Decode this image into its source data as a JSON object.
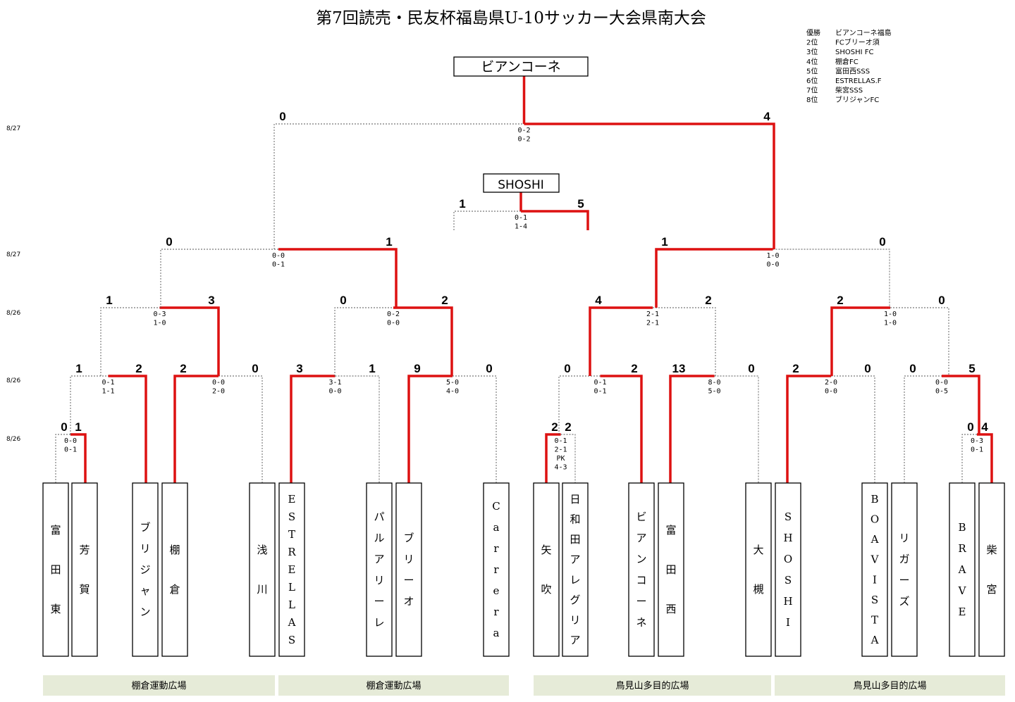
{
  "title": "第7回読売・民友杯福島県U-10サッカー大会県南大会",
  "rankings": [
    {
      "place": "優勝",
      "team": "ビアンコーネ福島"
    },
    {
      "place": "2位",
      "team": "FCブリーオ須"
    },
    {
      "place": "3位",
      "team": "SHOSHI FC"
    },
    {
      "place": "4位",
      "team": "棚倉FC"
    },
    {
      "place": "5位",
      "team": "富田西SSS"
    },
    {
      "place": "6位",
      "team": "ESTRELLAS.F"
    },
    {
      "place": "7位",
      "team": "柴宮SSS"
    },
    {
      "place": "8位",
      "team": "ブリジャンFC"
    }
  ],
  "champion_label": "ビアンコーネ",
  "third_label": "SHOSHI",
  "dates": [
    "8/27",
    "8/27",
    "8/26",
    "8/26",
    "8/26"
  ],
  "teams": [
    "富田東",
    "芳賀",
    "ブリジャン",
    "棚倉",
    "浅川",
    "ESTRELLAS",
    "パルアリーレ",
    "ブリーオ",
    "Carrera",
    "矢吹",
    "日和田アレグリア",
    "ビアンコーネ",
    "富田西",
    "大槻",
    "SHOSHI",
    "BOAVISTA",
    "リガーズ",
    "BRAVE",
    "柴宮"
  ],
  "venues": [
    "棚倉運動広場",
    "棚倉運動広場",
    "鳥見山多目的広場",
    "鳥見山多目的広場"
  ],
  "colors": {
    "win_line": "#dd1111",
    "lose_line": "#555555",
    "venue_bg": "#e6ebd8"
  },
  "matches": [
    {
      "id": "pre_l",
      "scoreL": "0",
      "scoreR": "1",
      "halves": [
        "0-0",
        "0-1"
      ]
    },
    {
      "id": "pre_r",
      "scoreL": "2",
      "scoreR": "2",
      "halves": [
        "0-1",
        "2-1",
        "PK",
        "4-3"
      ]
    },
    {
      "id": "pre_rr",
      "scoreL": "0",
      "scoreR": "4",
      "halves": [
        "0-3",
        "0-1"
      ]
    },
    {
      "id": "r1_1",
      "scoreL": "1",
      "scoreR": "2",
      "halves": [
        "0-1",
        "1-1"
      ]
    },
    {
      "id": "r1_2",
      "scoreL": "2",
      "scoreR": "0",
      "halves": [
        "0-0",
        "2-0"
      ]
    },
    {
      "id": "r1_3",
      "scoreL": "3",
      "scoreR": "1",
      "halves": [
        "3-1",
        "0-0"
      ]
    },
    {
      "id": "r1_4",
      "scoreL": "9",
      "scoreR": "0",
      "halves": [
        "5-0",
        "4-0"
      ]
    },
    {
      "id": "r1_5",
      "scoreL": "0",
      "scoreR": "2",
      "halves": [
        "0-1",
        "0-1"
      ]
    },
    {
      "id": "r1_6",
      "scoreL": "13",
      "scoreR": "0",
      "halves": [
        "8-0",
        "5-0"
      ]
    },
    {
      "id": "r1_7",
      "scoreL": "2",
      "scoreR": "0",
      "halves": [
        "2-0",
        "0-0"
      ]
    },
    {
      "id": "r1_8",
      "scoreL": "0",
      "scoreR": "5",
      "halves": [
        "0-0",
        "0-5"
      ]
    },
    {
      "id": "qf_1",
      "scoreL": "1",
      "scoreR": "3",
      "halves": [
        "0-3",
        "1-0"
      ]
    },
    {
      "id": "qf_2",
      "scoreL": "0",
      "scoreR": "2",
      "halves": [
        "0-2",
        "0-0"
      ]
    },
    {
      "id": "qf_3",
      "scoreL": "4",
      "scoreR": "2",
      "halves": [
        "2-1",
        "2-1"
      ]
    },
    {
      "id": "qf_4",
      "scoreL": "2",
      "scoreR": "0",
      "halves": [
        "1-0",
        "1-0"
      ]
    },
    {
      "id": "sf_1",
      "scoreL": "0",
      "scoreR": "1",
      "halves": [
        "0-0",
        "0-1"
      ]
    },
    {
      "id": "sf_2",
      "scoreL": "1",
      "scoreR": "0",
      "halves": [
        "1-0",
        "0-0"
      ]
    },
    {
      "id": "final",
      "scoreL": "0",
      "scoreR": "4",
      "halves": [
        "0-2",
        "0-2"
      ]
    },
    {
      "id": "third",
      "scoreL": "1",
      "scoreR": "5",
      "halves": [
        "0-1",
        "1-4"
      ]
    }
  ]
}
